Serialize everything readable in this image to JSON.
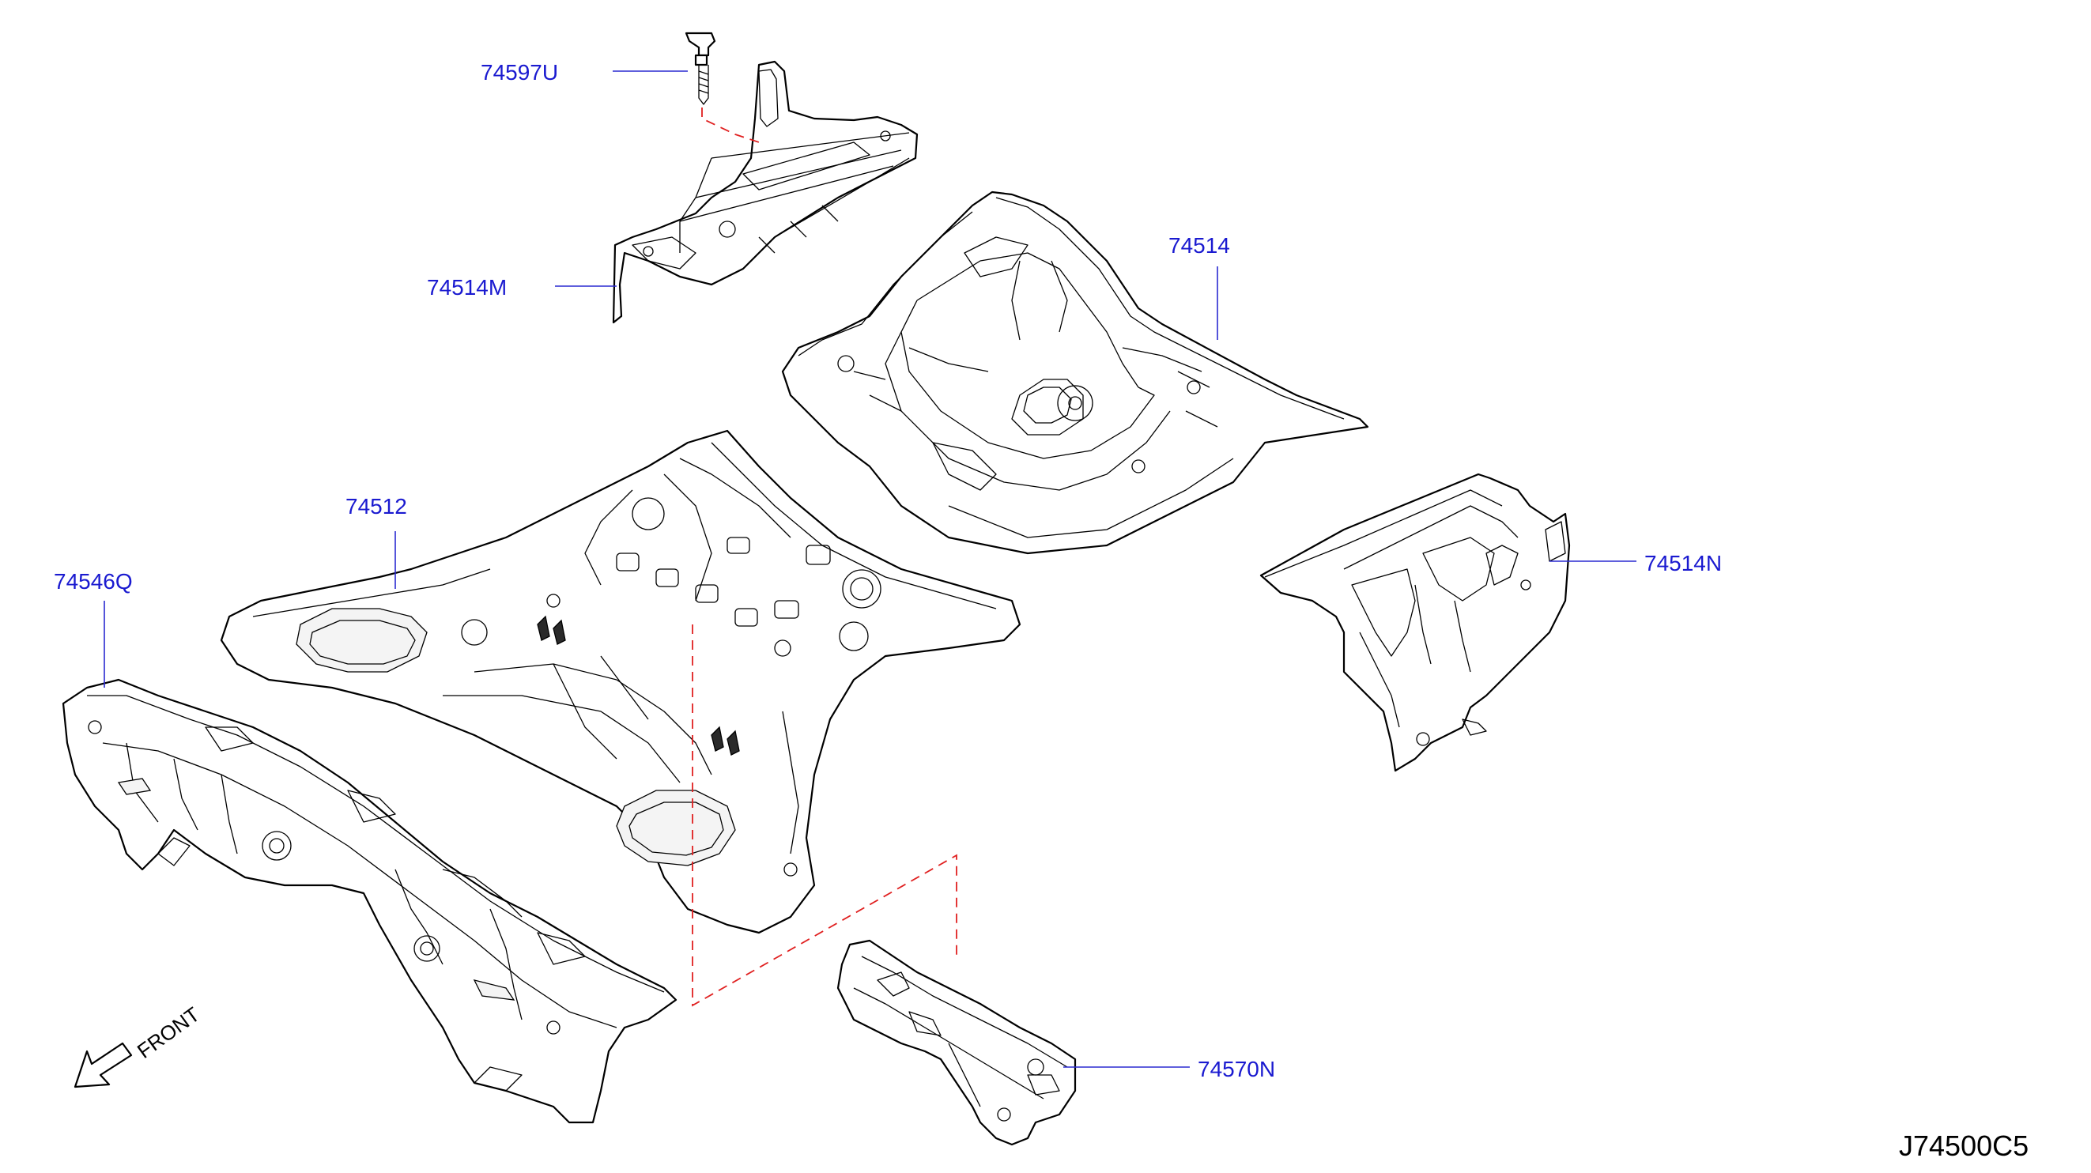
{
  "labels": {
    "p74597U": "74597U",
    "p74514M": "74514M",
    "p74514": "74514",
    "p74512": "74512",
    "p74546Q": "74546Q",
    "p74514N": "74514N",
    "p74570N": "74570N"
  },
  "front_label": "FRONT",
  "figure_id": "J74500C5",
  "colors": {
    "label": "#1a1ad0",
    "leader": "#2a2ad0",
    "dashed_connector": "#e02020",
    "linework": "#000000"
  }
}
